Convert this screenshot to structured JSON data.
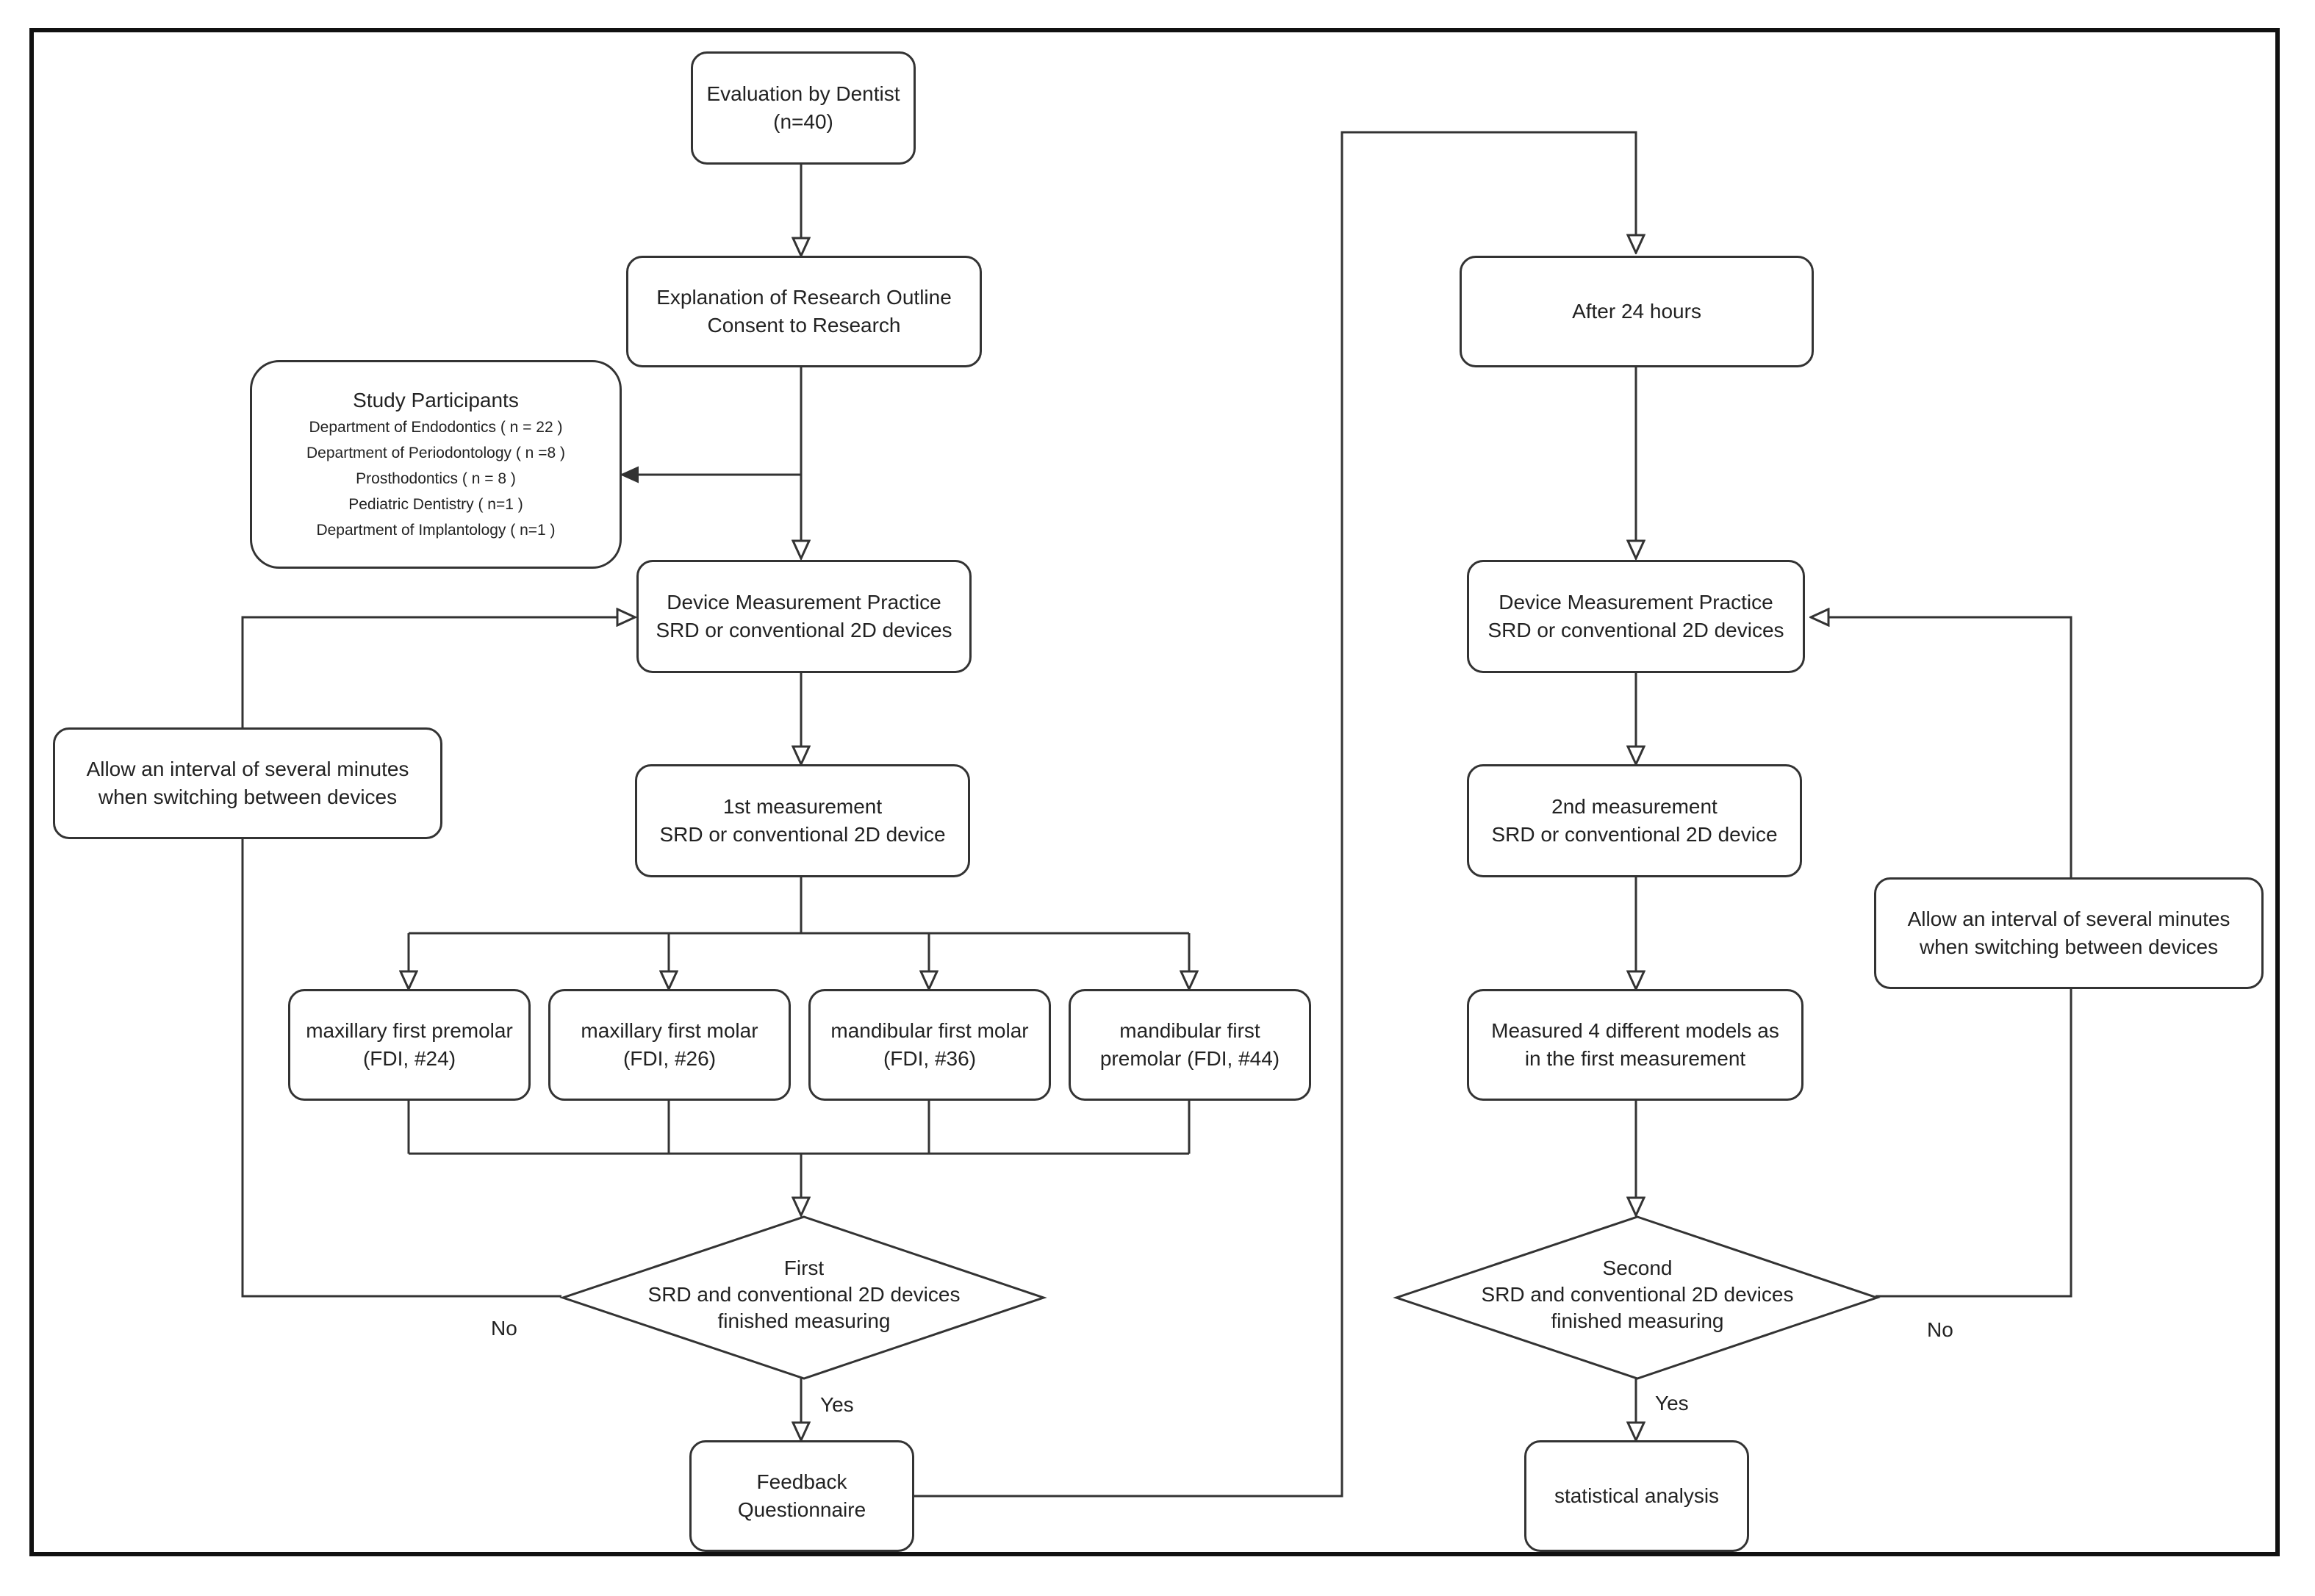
{
  "nodes": {
    "evaluation": [
      "Evaluation by Dentist",
      "(n=40)"
    ],
    "explanation": [
      "Explanation of Research Outline",
      "Consent to Research"
    ],
    "participants_title": "Study Participants",
    "participants": [
      "Department of Endodontics ( n = 22 )",
      "Department of Periodontology ( n =8 )",
      "Prosthodontics ( n = 8 )",
      "Pediatric Dentistry ( n=1 )",
      "Department of Implantology ( n=1 )"
    ],
    "practice_left": [
      "Device Measurement Practice",
      "SRD or conventional 2D devices"
    ],
    "interval_left": [
      "Allow an interval of several minutes",
      "when switching between devices"
    ],
    "first_measurement": [
      "1st measurement",
      "SRD or conventional 2D device"
    ],
    "tooth_24": [
      "maxillary first premolar",
      "(FDI, #24)"
    ],
    "tooth_26": [
      "maxillary first molar",
      "(FDI, #26)"
    ],
    "tooth_36": [
      "mandibular first molar",
      "(FDI, #36)"
    ],
    "tooth_44": [
      "mandibular first",
      "premolar (FDI, #44)"
    ],
    "decision_first": [
      "First",
      "SRD and conventional 2D devices",
      "finished measuring"
    ],
    "feedback": [
      "Feedback",
      "Questionnaire"
    ],
    "after_24h": [
      "After 24 hours"
    ],
    "practice_right": [
      "Device Measurement Practice",
      "SRD or conventional 2D devices"
    ],
    "second_measurement": [
      "2nd measurement",
      "SRD or conventional 2D device"
    ],
    "measured_4": [
      "Measured 4 different models as",
      "in the first measurement"
    ],
    "decision_second": [
      "Second",
      "SRD and conventional 2D devices",
      "finished measuring"
    ],
    "statistical": [
      "statistical analysis"
    ],
    "interval_right": [
      "Allow an interval of several minutes",
      "when switching between devices"
    ]
  },
  "labels": {
    "no_left": "No",
    "yes_left": "Yes",
    "yes_right": "Yes",
    "no_right": "No"
  },
  "colors": {
    "stroke": "#333333",
    "frame": "#111111",
    "background": "#ffffff"
  }
}
